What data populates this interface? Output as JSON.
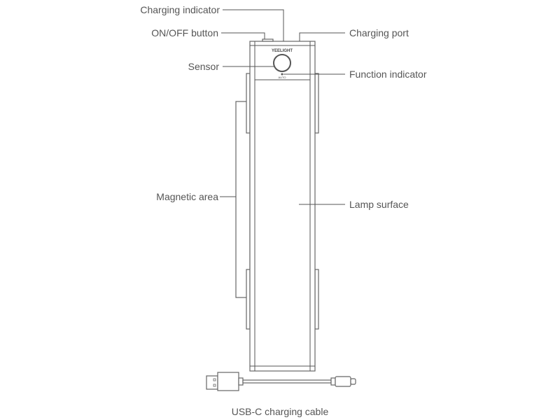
{
  "labels": {
    "charging_indicator": "Charging indicator",
    "on_off_button": "ON/OFF button",
    "charging_port": "Charging port",
    "sensor": "Sensor",
    "function_indicator": "Function indicator",
    "magnetic_area": "Magnetic area",
    "lamp_surface": "Lamp surface",
    "usb_cable": "USB-C charging cable"
  },
  "device": {
    "brand": "YEELIGHT",
    "mode": "AUTO"
  }
}
